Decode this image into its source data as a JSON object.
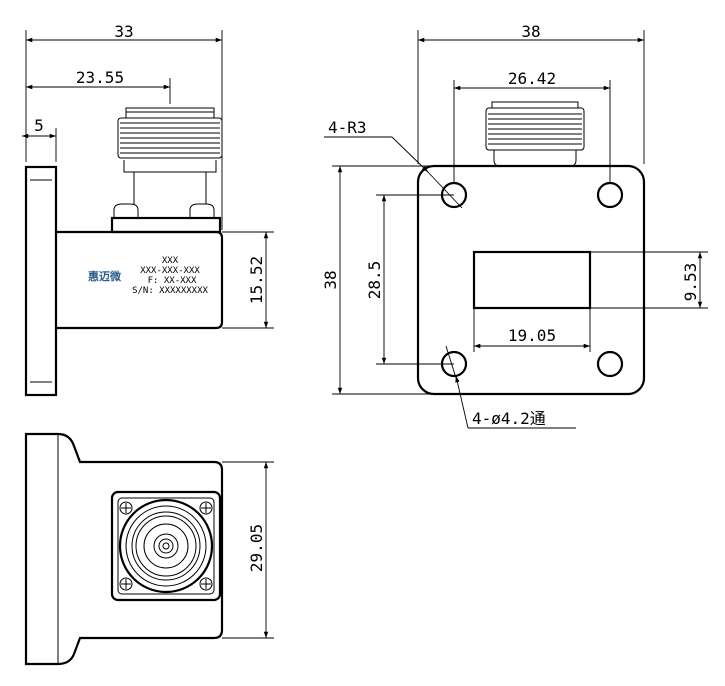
{
  "side_view": {
    "dims": {
      "total_width": "33",
      "connector_offset": "23.55",
      "flange_thickness": "5",
      "waveguide_height": "15.52"
    },
    "label_lines": [
      "XXX",
      "XXX-XXX-XXX",
      "F: XX-XXX",
      "S/N: XXXXXXXXX"
    ],
    "brand": "惠迈微"
  },
  "front_view": {
    "dims": {
      "width": "38",
      "height": "38",
      "hole_spacing_x": "26.42",
      "hole_spacing_y": "28.5",
      "aperture_width": "19.05",
      "aperture_height": "9.53"
    },
    "callouts": {
      "corner_radius": "4-R3",
      "holes": "4-ø4.2通"
    }
  },
  "bottom_view": {
    "dims": {
      "height": "29.05"
    }
  }
}
